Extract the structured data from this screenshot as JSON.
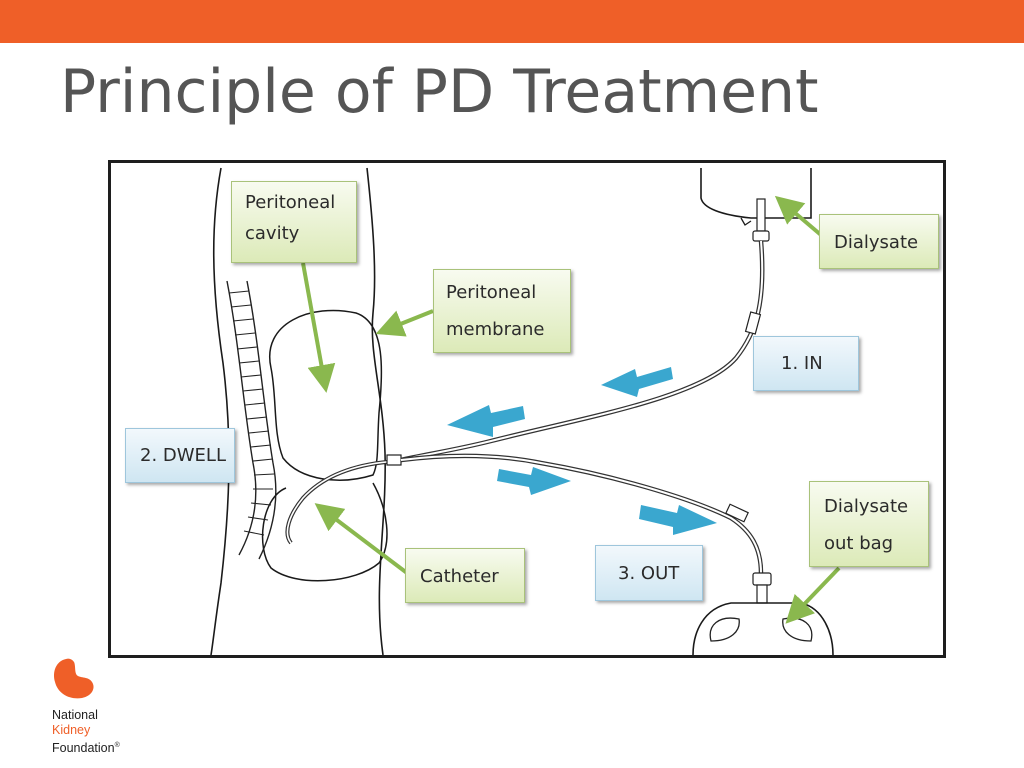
{
  "slide": {
    "title": "Principle of PD Treatment"
  },
  "colors": {
    "brand_orange": "#ef5f28",
    "arrow_blue": "#3aa7cf",
    "pointer_green": "#8ab84e",
    "title_gray": "#555555"
  },
  "diagram": {
    "labels": {
      "peritoneal_cavity": [
        "Peritoneal",
        "cavity"
      ],
      "peritoneal_membrane": [
        "Peritoneal",
        "membrane"
      ],
      "dialysate": "Dialysate",
      "step_in": "1. IN",
      "step_dwell": "2. DWELL",
      "catheter": "Catheter",
      "step_out": "3. OUT",
      "dialysate_out_bag": [
        "Dialysate",
        "out bag"
      ]
    }
  },
  "logo": {
    "line1": "National",
    "line2": "Kidney",
    "line3": "Foundation",
    "mark": "®"
  }
}
